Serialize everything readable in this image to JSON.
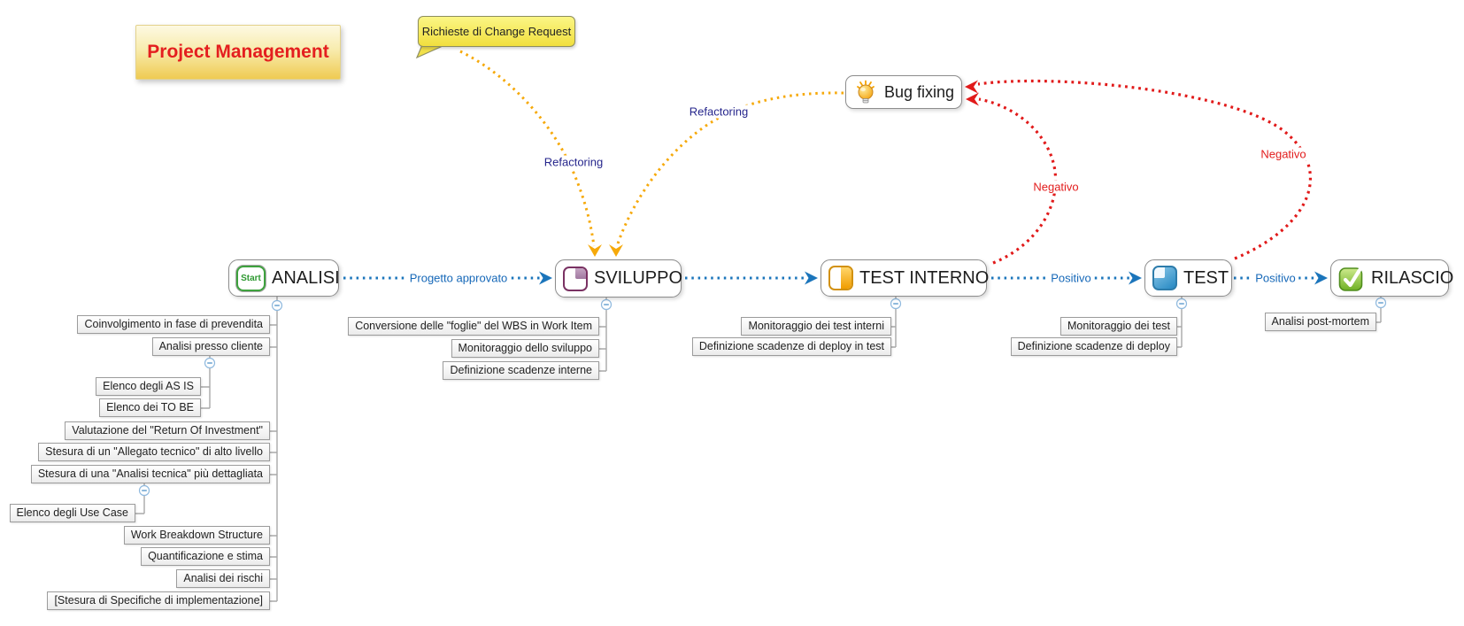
{
  "title": "Project Management",
  "callout": "Richieste di Change Request",
  "topics": {
    "analisi": {
      "label": "ANALISI",
      "badge": "Start"
    },
    "sviluppo": {
      "label": "SVILUPPO"
    },
    "test_interno": {
      "label": "TEST INTERNO"
    },
    "test": {
      "label": "TEST"
    },
    "rilascio": {
      "label": "RILASCIO"
    },
    "bug_fixing": {
      "label": "Bug fixing"
    }
  },
  "icons": {
    "analisi": "start-badge-icon",
    "sviluppo": "progress-25-icon",
    "test_interno": "progress-50-icon",
    "test": "progress-75-icon",
    "rilascio": "check-complete-icon",
    "bug_fixing": "lightbulb-icon"
  },
  "links": {
    "progetto_approvato": "Progetto approvato",
    "positivo_a": "Positivo",
    "positivo_b": "Positivo",
    "refactoring_a": "Refactoring",
    "refactoring_b": "Refactoring",
    "negativo_a": "Negativo",
    "negativo_b": "Negativo"
  },
  "subtopics": {
    "analisi": [
      "Coinvolgimento in fase di prevendita",
      "Analisi presso cliente",
      "Elenco degli AS IS",
      "Elenco dei TO BE",
      "Valutazione del \"Return Of Investment\"",
      "Stesura di un \"Allegato tecnico\" di alto livello",
      "Stesura di una \"Analisi tecnica\" più dettagliata",
      "Elenco degli Use Case",
      "Work Breakdown Structure",
      "Quantificazione e stima",
      "Analisi dei rischi",
      "[Stesura di Specifiche di implementazione]"
    ],
    "sviluppo": [
      "Conversione delle \"foglie\" del WBS in Work Item",
      "Monitoraggio dello sviluppo",
      "Definizione scadenze interne"
    ],
    "test_interno": [
      "Monitoraggio dei test interni",
      "Definizione scadenze di deploy in test"
    ],
    "test": [
      "Monitoraggio dei test",
      "Definizione scadenze di deploy"
    ],
    "rilascio": [
      "Analisi post-mortem"
    ]
  },
  "colors": {
    "link_blue": "#1b75bb",
    "link_orange": "#f6a90a",
    "link_red": "#e11a1a",
    "label_blue": "#1668b8",
    "label_navy": "#26268c",
    "label_red": "#e21d1d",
    "title_red": "#e41f1f",
    "callout_yellow": "#f5e85e",
    "title_yellow": "#f0cd5a"
  }
}
